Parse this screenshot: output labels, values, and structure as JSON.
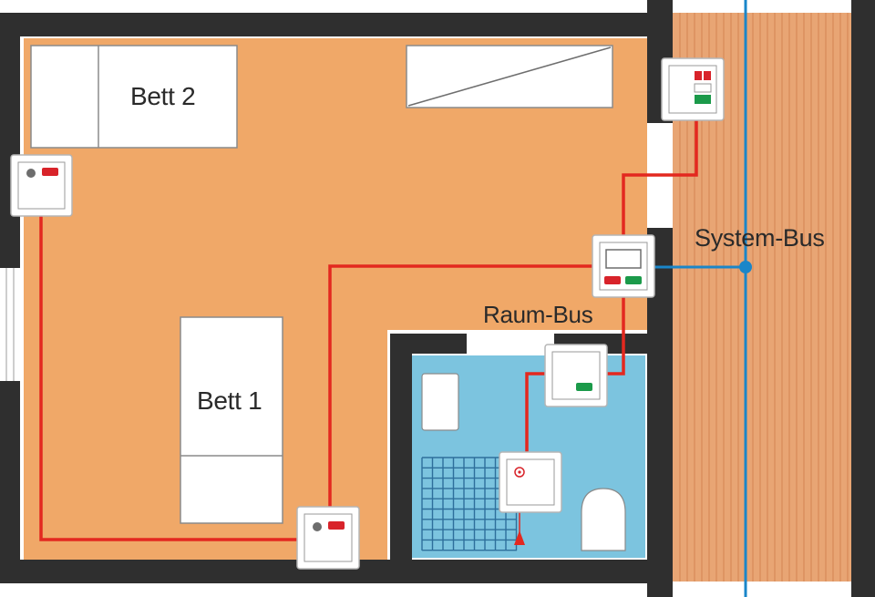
{
  "labels": {
    "bed2": "Bett 2",
    "bed1": "Bett 1",
    "room_bus": "Raum-Bus",
    "system_bus": "System-Bus"
  },
  "colors": {
    "wall": "#2f2f2f",
    "room_floor": "#f0a868",
    "bathroom_floor": "#7cc4df",
    "corridor_floor": "#e8a574",
    "corridor_plank_line": "#d98e5c",
    "room_bus_wire": "#e3281f",
    "system_bus_wire": "#1a86c9",
    "device_face": "#ffffff",
    "device_red": "#d8232a",
    "device_green": "#1b9a4a",
    "device_gray": "#6d6d6d",
    "tile_grid": "#2e6f9b"
  },
  "devices": [
    {
      "id": "bed2-call-unit",
      "icon": "call-button-red"
    },
    {
      "id": "door-light-unit",
      "icon": "corridor-light-red-red-green"
    },
    {
      "id": "room-terminal",
      "icon": "room-terminal-display-red-green"
    },
    {
      "id": "bed1-call-unit",
      "icon": "call-button-red"
    },
    {
      "id": "bathroom-door-unit",
      "icon": "cancel-button-green"
    },
    {
      "id": "bathroom-pull-unit",
      "icon": "pull-cord-call"
    }
  ]
}
